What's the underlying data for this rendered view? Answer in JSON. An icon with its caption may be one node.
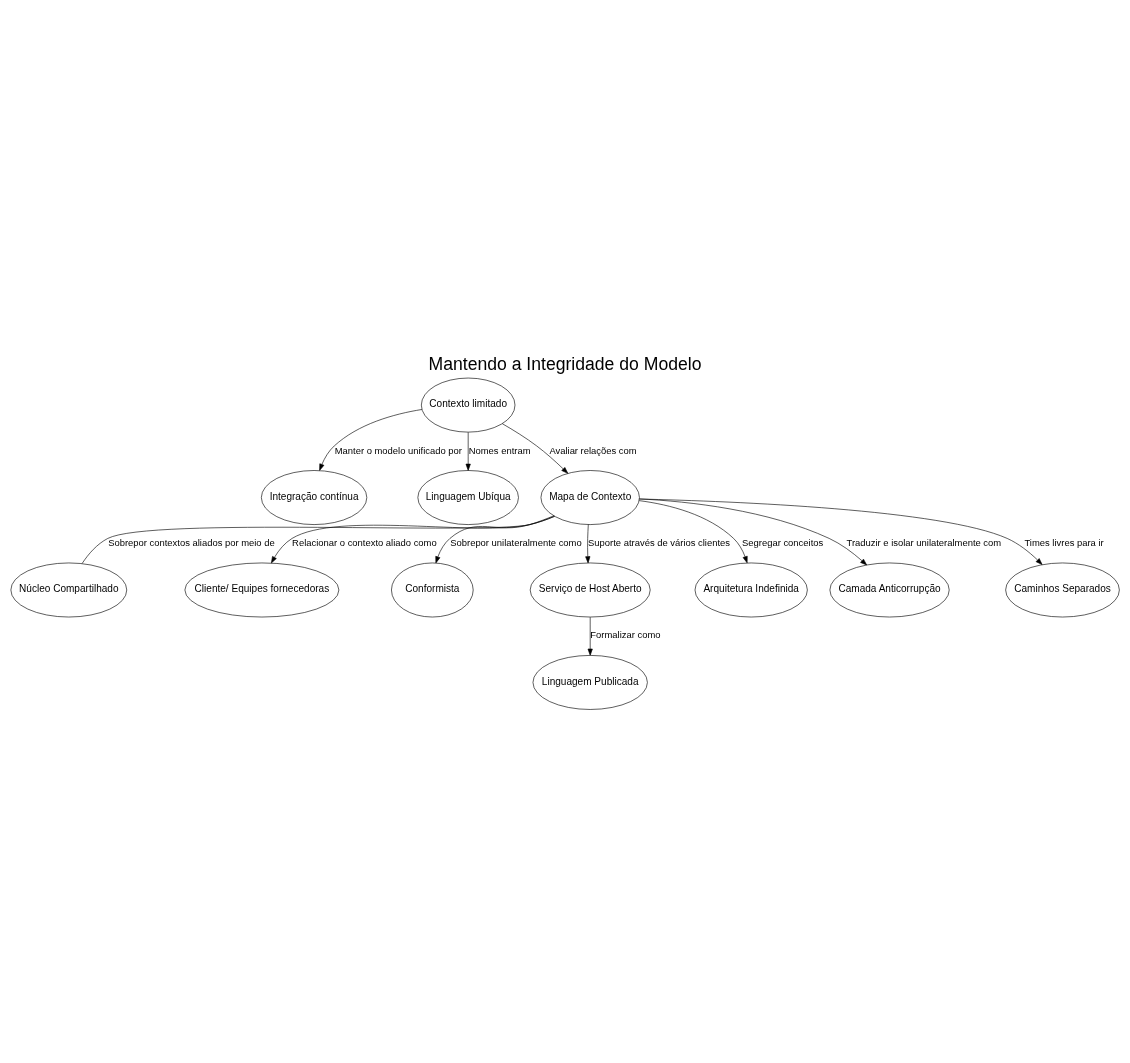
{
  "diagram": {
    "title": "Mantendo a Integridade do Modelo",
    "nodes": [
      {
        "text": [
          "Integração contínua"
        ]
      },
      {
        "text": [
          "Núcleo Compartilhado"
        ]
      },
      {
        "text": [
          "Contexto limitado"
        ]
      },
      {
        "text": [
          "Cliente/ Equipes fornecedoras"
        ]
      },
      {
        "text": [
          "Linguagem Ubíqua"
        ]
      },
      {
        "text": [
          "Mapa de Contexto"
        ]
      },
      {
        "text": [
          "Conformista"
        ]
      },
      {
        "text": [
          "Linguagem Publicada"
        ]
      },
      {
        "text": [
          "Serviço de Host Aberto"
        ]
      },
      {
        "text": [
          "Arquitetura Indefinida"
        ]
      },
      {
        "text": [
          "Camada Anticorrupção"
        ]
      },
      {
        "text": [
          "Caminhos Separados"
        ]
      }
    ],
    "edges": [
      {
        "from": 2,
        "to": 0,
        "arrow": "to",
        "label": "Manter o modelo unificado por"
      },
      {
        "from": 2,
        "to": 4,
        "arrow": "to",
        "label": "Nomes entram"
      },
      {
        "from": 2,
        "to": 5,
        "arrow": "to",
        "label": "Avaliar relações com"
      },
      {
        "from": 5,
        "to": 1,
        "arrow": "none",
        "label": "Sobrepor contextos aliados por meio de"
      },
      {
        "from": 5,
        "to": 3,
        "arrow": "to",
        "label": "Relacionar o contexto aliado como"
      },
      {
        "from": 5,
        "to": 6,
        "arrow": "to",
        "label": "Sobrepor unilateralmente como"
      },
      {
        "from": 5,
        "to": 8,
        "arrow": "to",
        "label": "Suporte através de vários clientes"
      },
      {
        "from": 8,
        "to": 7,
        "arrow": "to",
        "label": "Formalizar como"
      },
      {
        "from": 5,
        "to": 9,
        "arrow": "to",
        "label": "Segregar conceitos"
      },
      {
        "from": 5,
        "to": 10,
        "arrow": "to",
        "label": "Traduzir e isolar unilateralmente com"
      },
      {
        "from": 5,
        "to": 11,
        "arrow": "to",
        "label": "Times livres para ir"
      }
    ]
  }
}
